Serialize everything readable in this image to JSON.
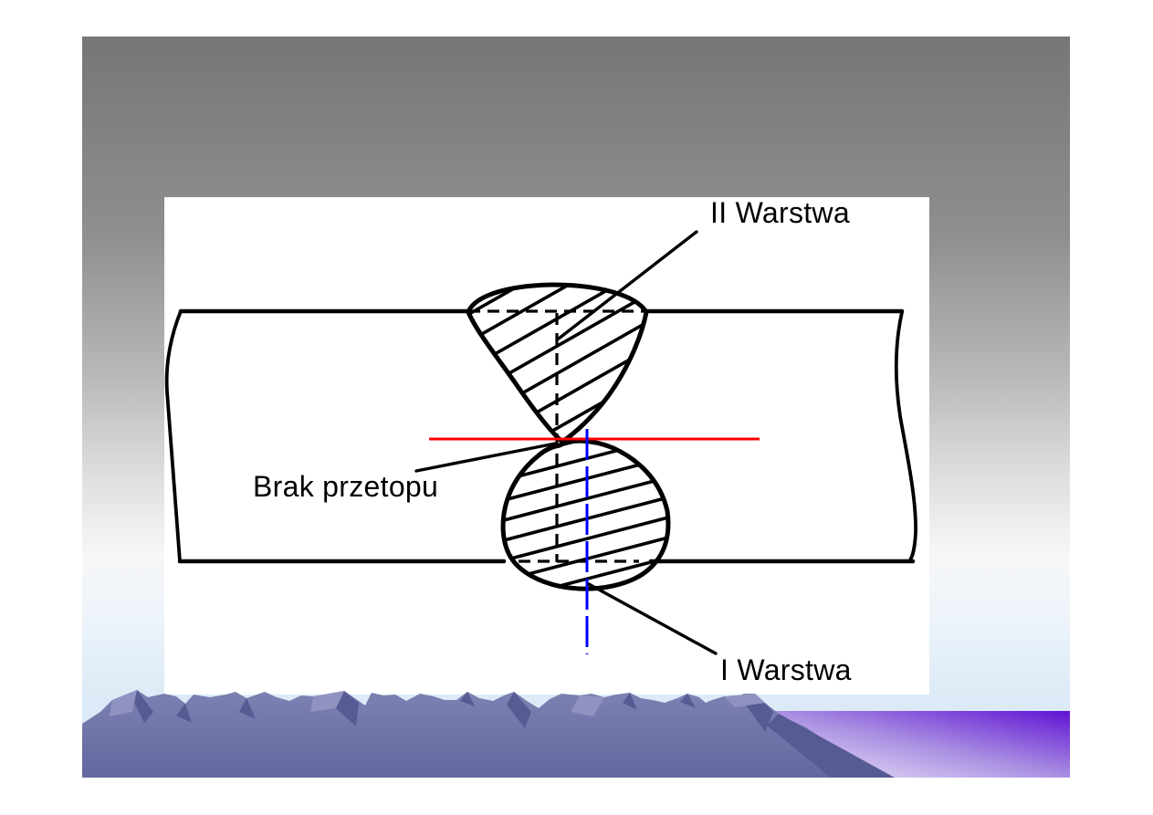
{
  "slide": {
    "diagram": {
      "label_layer2": "II Warstwa",
      "label_defect": "Brak przetopu",
      "label_layer1": "I Warstwa"
    },
    "colors": {
      "defect_line": "#ff0000",
      "centerline": "#0000ff",
      "diagram_ink": "#000000",
      "mountain_body": "#7478ac",
      "mountain_shadow": "#575b93",
      "violet_accent": "#6013d3",
      "sky_blue": "#d7e8f6",
      "background_gray": "#777777"
    }
  }
}
